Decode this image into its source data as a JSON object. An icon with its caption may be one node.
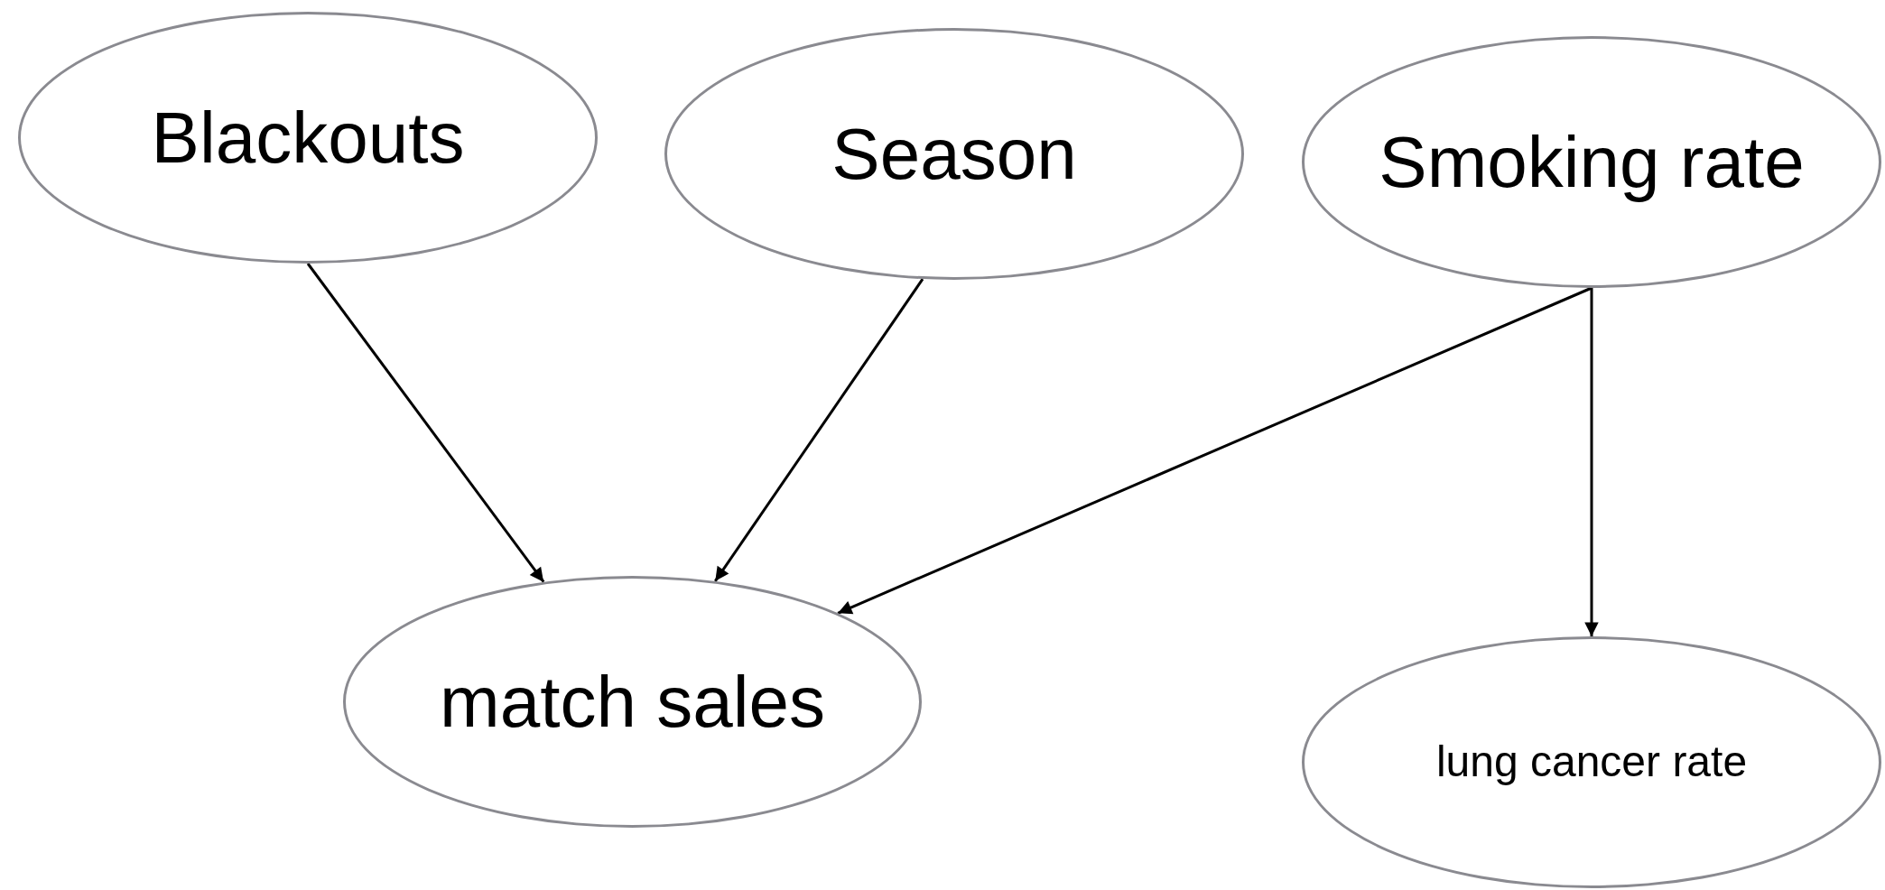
{
  "diagram": {
    "nodes": [
      {
        "text": [
          "Blackouts"
        ]
      },
      {
        "text": [
          "Season"
        ]
      },
      {
        "text": [
          "Smoking rate"
        ]
      },
      {
        "text": [
          "match sales"
        ]
      },
      {
        "text": [
          "lung cancer rate"
        ]
      }
    ],
    "edges": [
      {
        "from": 0,
        "to": 3,
        "arrow": "to"
      },
      {
        "from": 1,
        "to": 3,
        "arrow": "to"
      },
      {
        "from": 2,
        "to": 3,
        "arrow": "to"
      },
      {
        "from": 2,
        "to": 4,
        "arrow": "to"
      }
    ]
  }
}
